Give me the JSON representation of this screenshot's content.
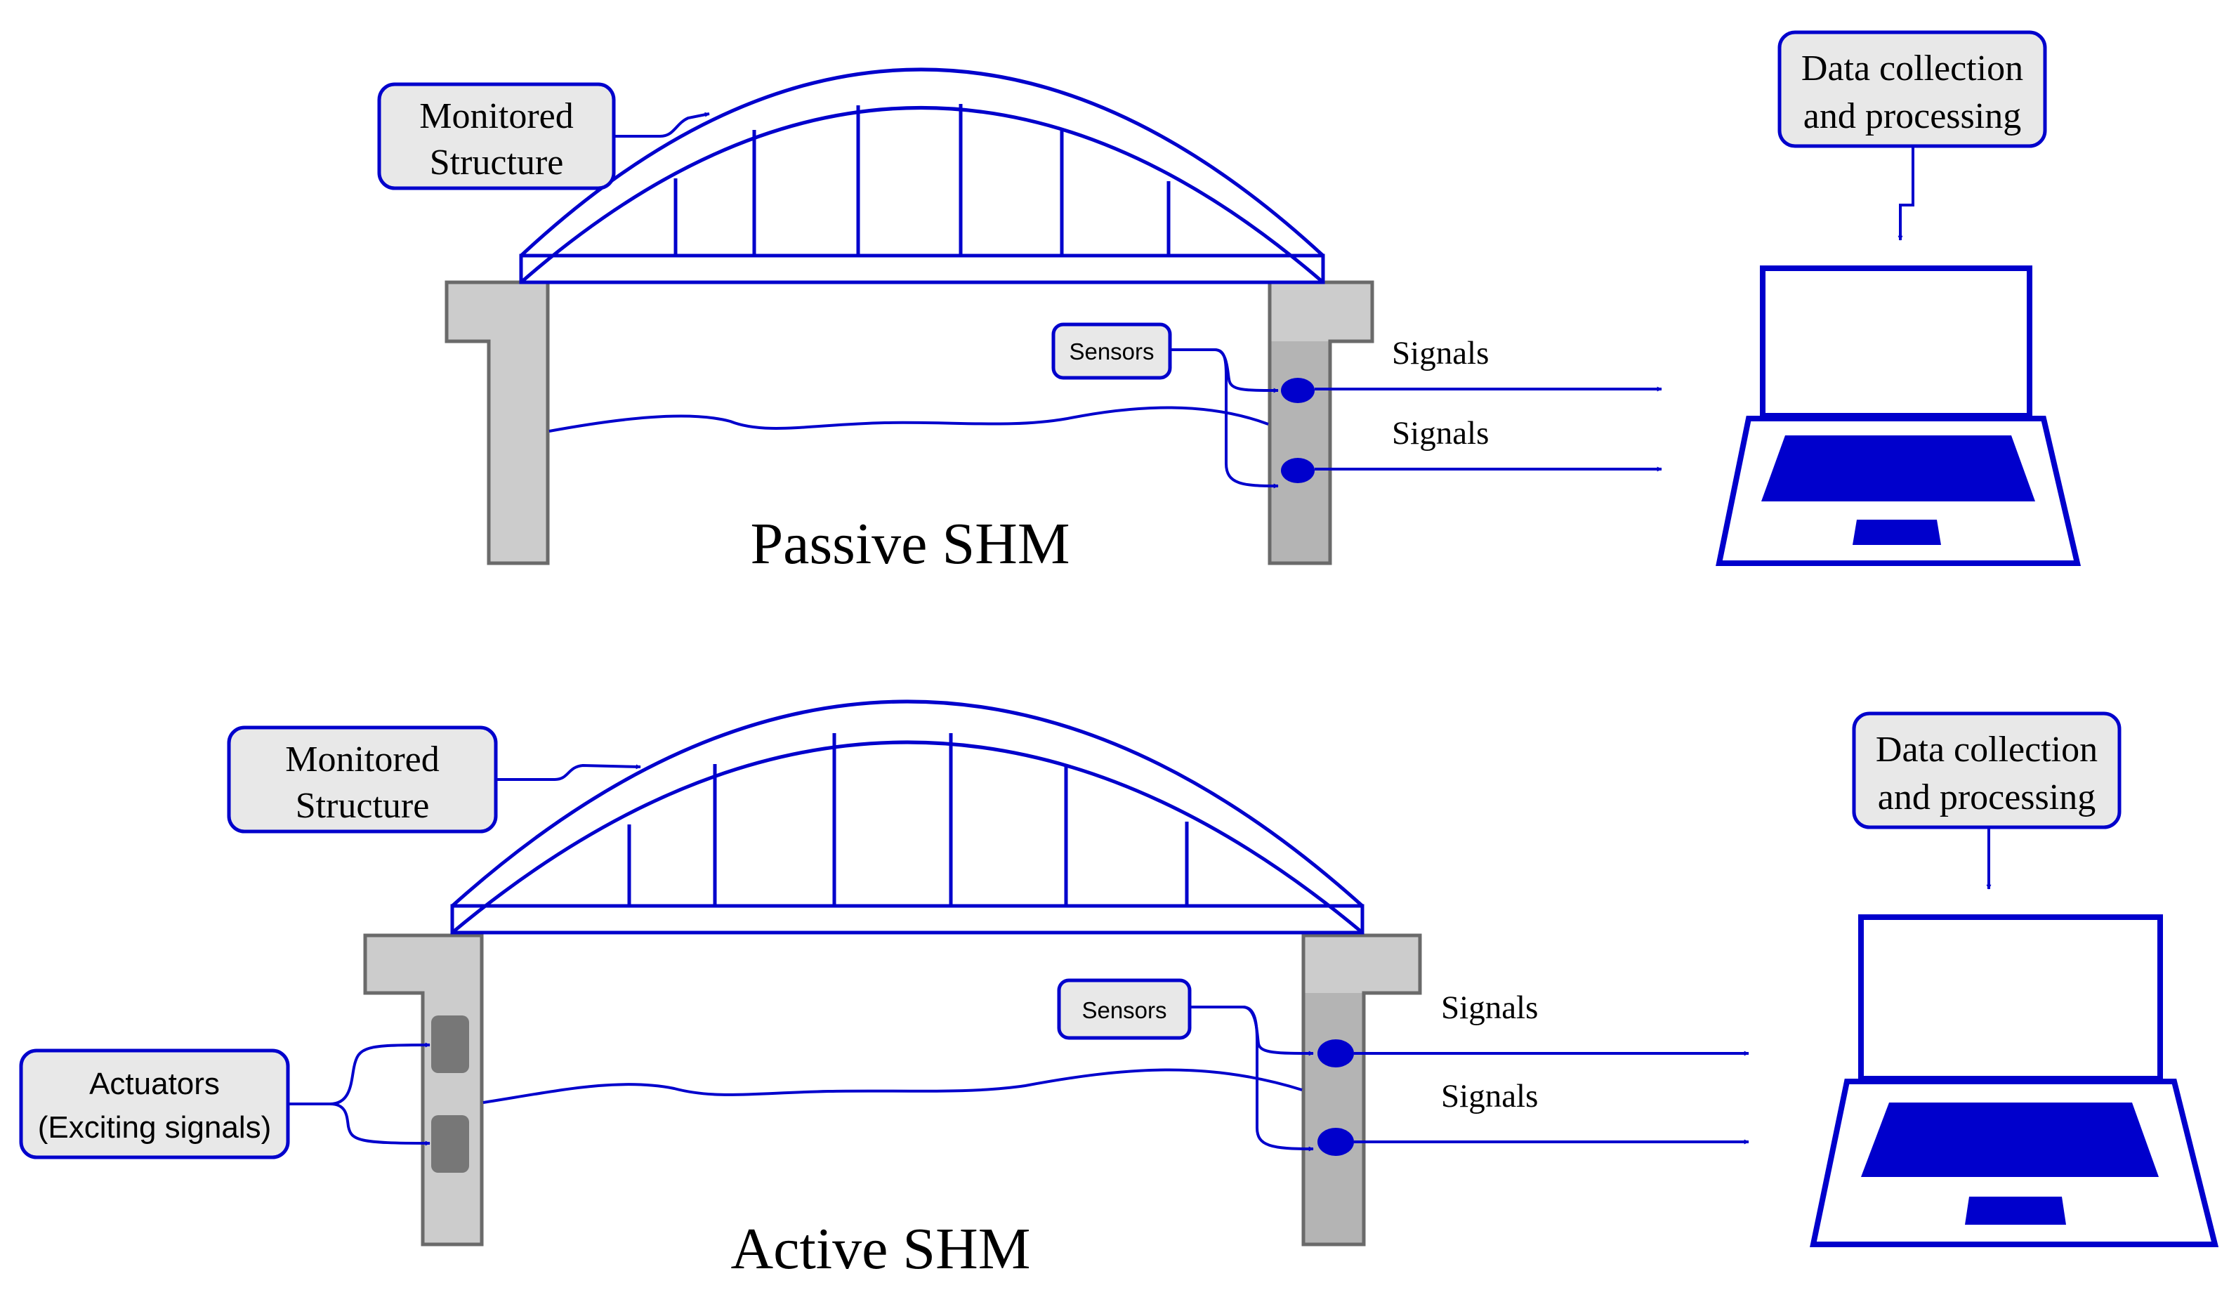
{
  "colors": {
    "accent_blue": "#0000cc",
    "pier_gray": "#cccccc",
    "pier_gray_dark": "#b4b4b4",
    "actuator_gray": "#777777",
    "callout_fill": "#e8e8e8"
  },
  "icons": {
    "sensor": "blue-ellipse",
    "actuator": "gray-rounded-rect",
    "computer": "laptop-outline"
  },
  "passive": {
    "title": "Passive SHM",
    "monitored_structure_line1": "Monitored",
    "monitored_structure_line2": "Structure",
    "sensors_label": "Sensors",
    "signal_label_1": "Signals",
    "signal_label_2": "Signals",
    "data_line1": "Data collection",
    "data_line2": "and processing"
  },
  "active": {
    "title": "Active SHM",
    "monitored_structure_line1": "Monitored",
    "monitored_structure_line2": "Structure",
    "sensors_label": "Sensors",
    "signal_label_1": "Signals",
    "signal_label_2": "Signals",
    "data_line1": "Data collection",
    "data_line2": "and processing",
    "actuators_line1": "Actuators",
    "actuators_line2": "(Exciting signals)"
  }
}
